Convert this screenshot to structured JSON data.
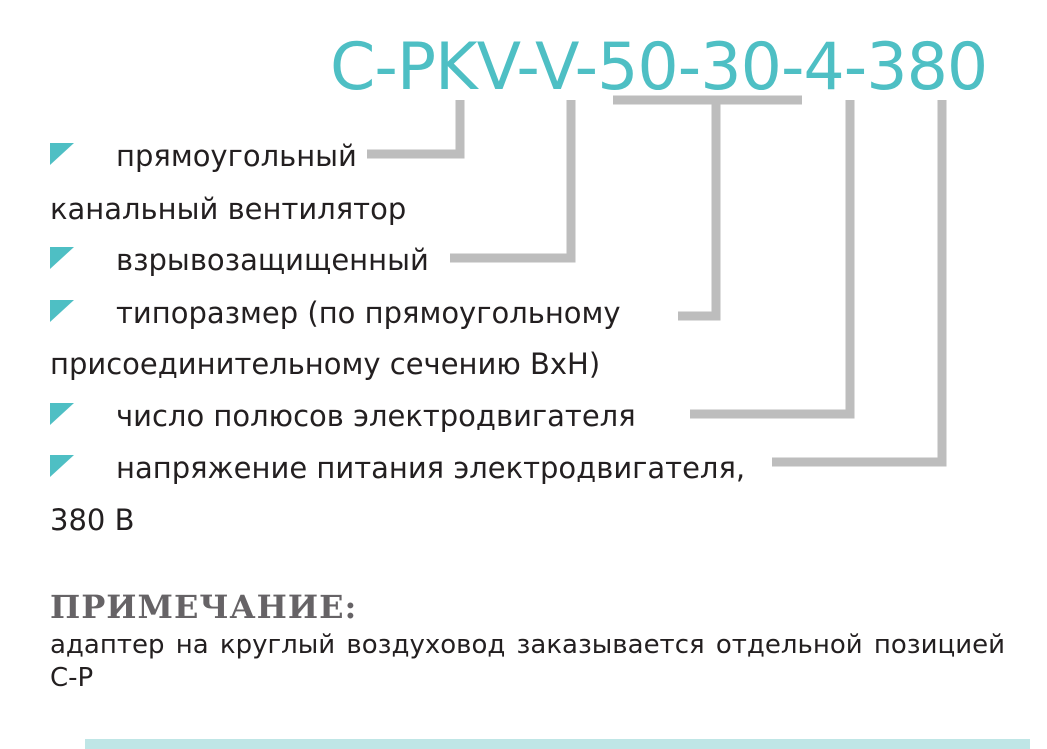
{
  "model_code": "C-PKV-V-50-30-4-380",
  "colors": {
    "accent": "#4ebfc4",
    "connector": "#bdbdbd",
    "text": "#231f20",
    "note_title": "#666366",
    "bar": "#bfe6e6"
  },
  "icons": {
    "bullet": "teal-triangle-bullet"
  },
  "items": [
    {
      "text": "прямоугольный",
      "continuation": "канальный вентилятор"
    },
    {
      "text": "взрывозащищенный"
    },
    {
      "text": "типоразмер (по прямоугольному",
      "continuation": "присоединительному сечению ВхН)"
    },
    {
      "text": "число полюсов электродвигателя"
    },
    {
      "text": "напряжение питания электродвигателя,",
      "continuation": "380 В"
    }
  ],
  "note": {
    "title": "ПРИМЕЧАНИЕ:",
    "text": "адаптер на круглый воздуховод заказывается отдельной позицией С-Р"
  }
}
